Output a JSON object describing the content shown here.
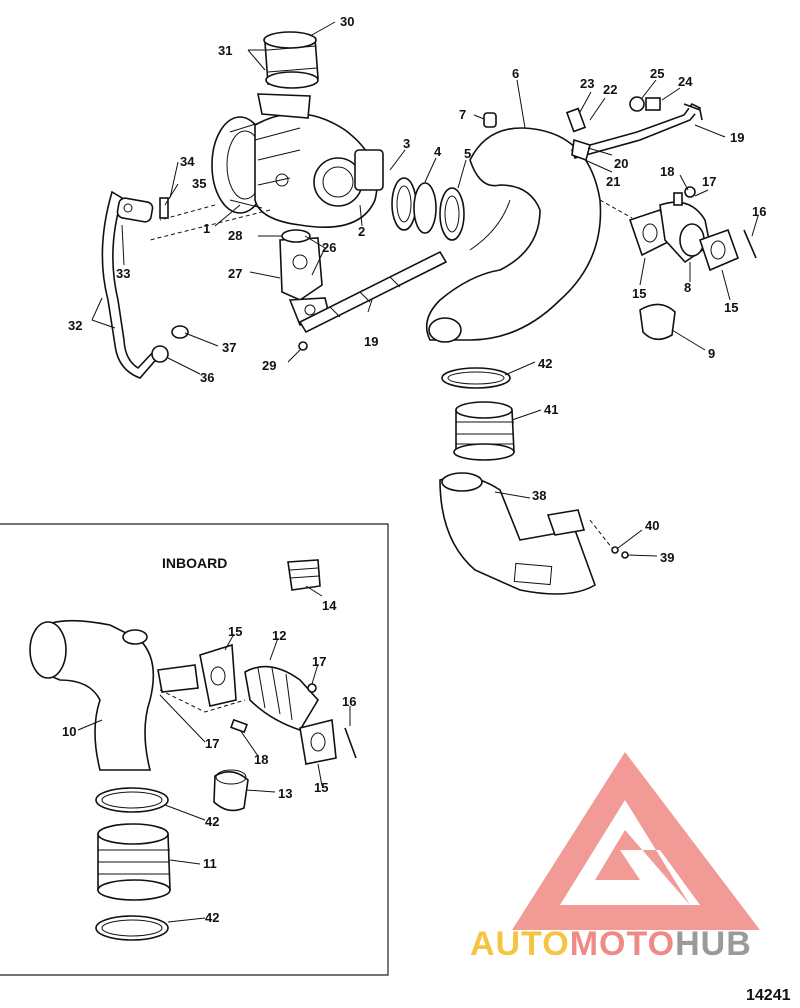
{
  "diagram": {
    "section_label": "INBOARD",
    "figure_number": "14241",
    "callouts": {
      "c1": "1",
      "c2": "2",
      "c3": "3",
      "c4": "4",
      "c5": "5",
      "c6": "6",
      "c7": "7",
      "c8": "8",
      "c9": "9",
      "c15a": "15",
      "c15b": "15",
      "c16a": "16",
      "c17a": "17",
      "c18a": "18",
      "c19a": "19",
      "c19b": "19",
      "c20": "20",
      "c21": "21",
      "c22": "22",
      "c23": "23",
      "c24": "24",
      "c25": "25",
      "c26": "26",
      "c27": "27",
      "c28": "28",
      "c29": "29",
      "c30": "30",
      "c31": "31",
      "c32": "32",
      "c33": "33",
      "c34": "34",
      "c35": "35",
      "c36": "36",
      "c37": "37",
      "c38": "38",
      "c39": "39",
      "c40": "40",
      "c41": "41",
      "c42a": "42",
      "i10": "10",
      "i11": "11",
      "i12": "12",
      "i13": "13",
      "i14": "14",
      "i15a": "15",
      "i15b": "15",
      "i16": "16",
      "i17a": "17",
      "i17b": "17",
      "i18": "18",
      "i42a": "42",
      "i42b": "42"
    }
  },
  "watermark": {
    "brand_part1": "AUTO",
    "brand_part2": "MOTO",
    "brand_part3": "HUB",
    "colors": {
      "logo": "#f08a84",
      "auto": "#f5c542",
      "moto": "#f08a84",
      "hub": "#9a9a9a"
    }
  }
}
